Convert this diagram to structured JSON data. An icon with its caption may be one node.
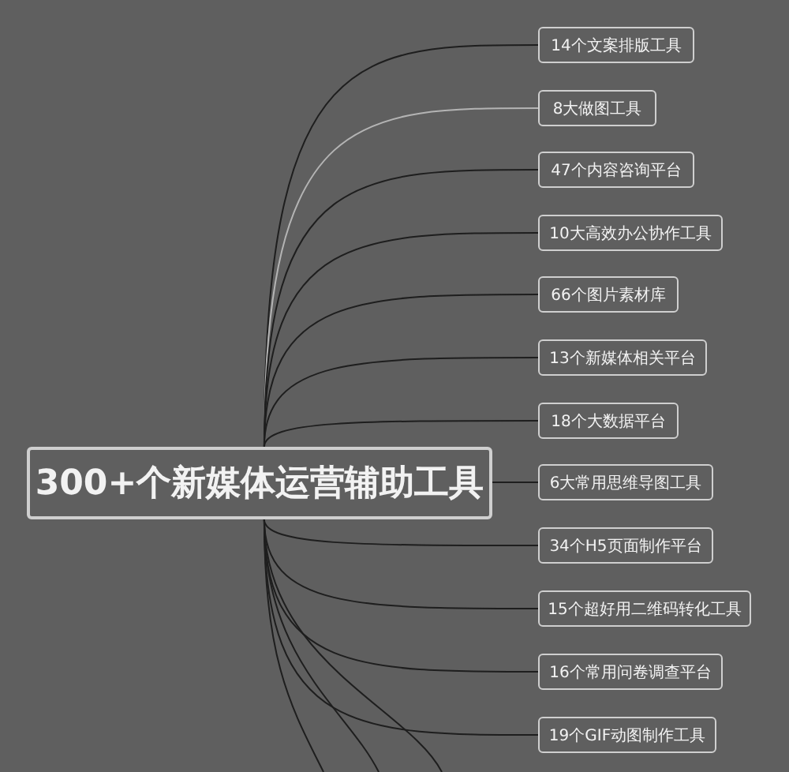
{
  "diagram": {
    "nodes": [
      {
        "text": [
          "300+个新媒体运营辅助工具"
        ]
      },
      {
        "text": [
          "14个文案排版工具"
        ]
      },
      {
        "text": [
          "8大做图工具"
        ]
      },
      {
        "text": [
          "47个内容咨询平台"
        ]
      },
      {
        "text": [
          "10大高效办公协作工具"
        ]
      },
      {
        "text": [
          "66个图片素材库"
        ]
      },
      {
        "text": [
          "13个新媒体相关平台"
        ]
      },
      {
        "text": [
          "18个大数据平台"
        ]
      },
      {
        "text": [
          "6大常用思维导图工具"
        ]
      },
      {
        "text": [
          "34个H5页面制作平台"
        ]
      },
      {
        "text": [
          "15个超好用二维码转化工具"
        ]
      },
      {
        "text": [
          "16个常用问卷调查平台"
        ]
      },
      {
        "text": [
          "19个GIF动图制作工具"
        ]
      }
    ],
    "edges": [
      {
        "from": 0,
        "to": 1,
        "arrow": "none"
      },
      {
        "from": 0,
        "to": 2,
        "arrow": "none",
        "color": "#b4b4b4"
      },
      {
        "from": 0,
        "to": 3,
        "arrow": "none"
      },
      {
        "from": 0,
        "to": 4,
        "arrow": "none"
      },
      {
        "from": 0,
        "to": 5,
        "arrow": "none"
      },
      {
        "from": 0,
        "to": 6,
        "arrow": "none"
      },
      {
        "from": 0,
        "to": 7,
        "arrow": "none"
      },
      {
        "from": 0,
        "to": 8,
        "arrow": "none"
      },
      {
        "from": 0,
        "to": 9,
        "arrow": "none"
      },
      {
        "from": 0,
        "to": 10,
        "arrow": "none"
      },
      {
        "from": 0,
        "to": 11,
        "arrow": "none"
      },
      {
        "from": 0,
        "to": 12,
        "arrow": "none"
      },
      {
        "from": 0,
        "to": null,
        "arrow": "none"
      },
      {
        "from": 0,
        "to": null,
        "arrow": "none"
      },
      {
        "from": 0,
        "to": null,
        "arrow": "none"
      }
    ]
  }
}
